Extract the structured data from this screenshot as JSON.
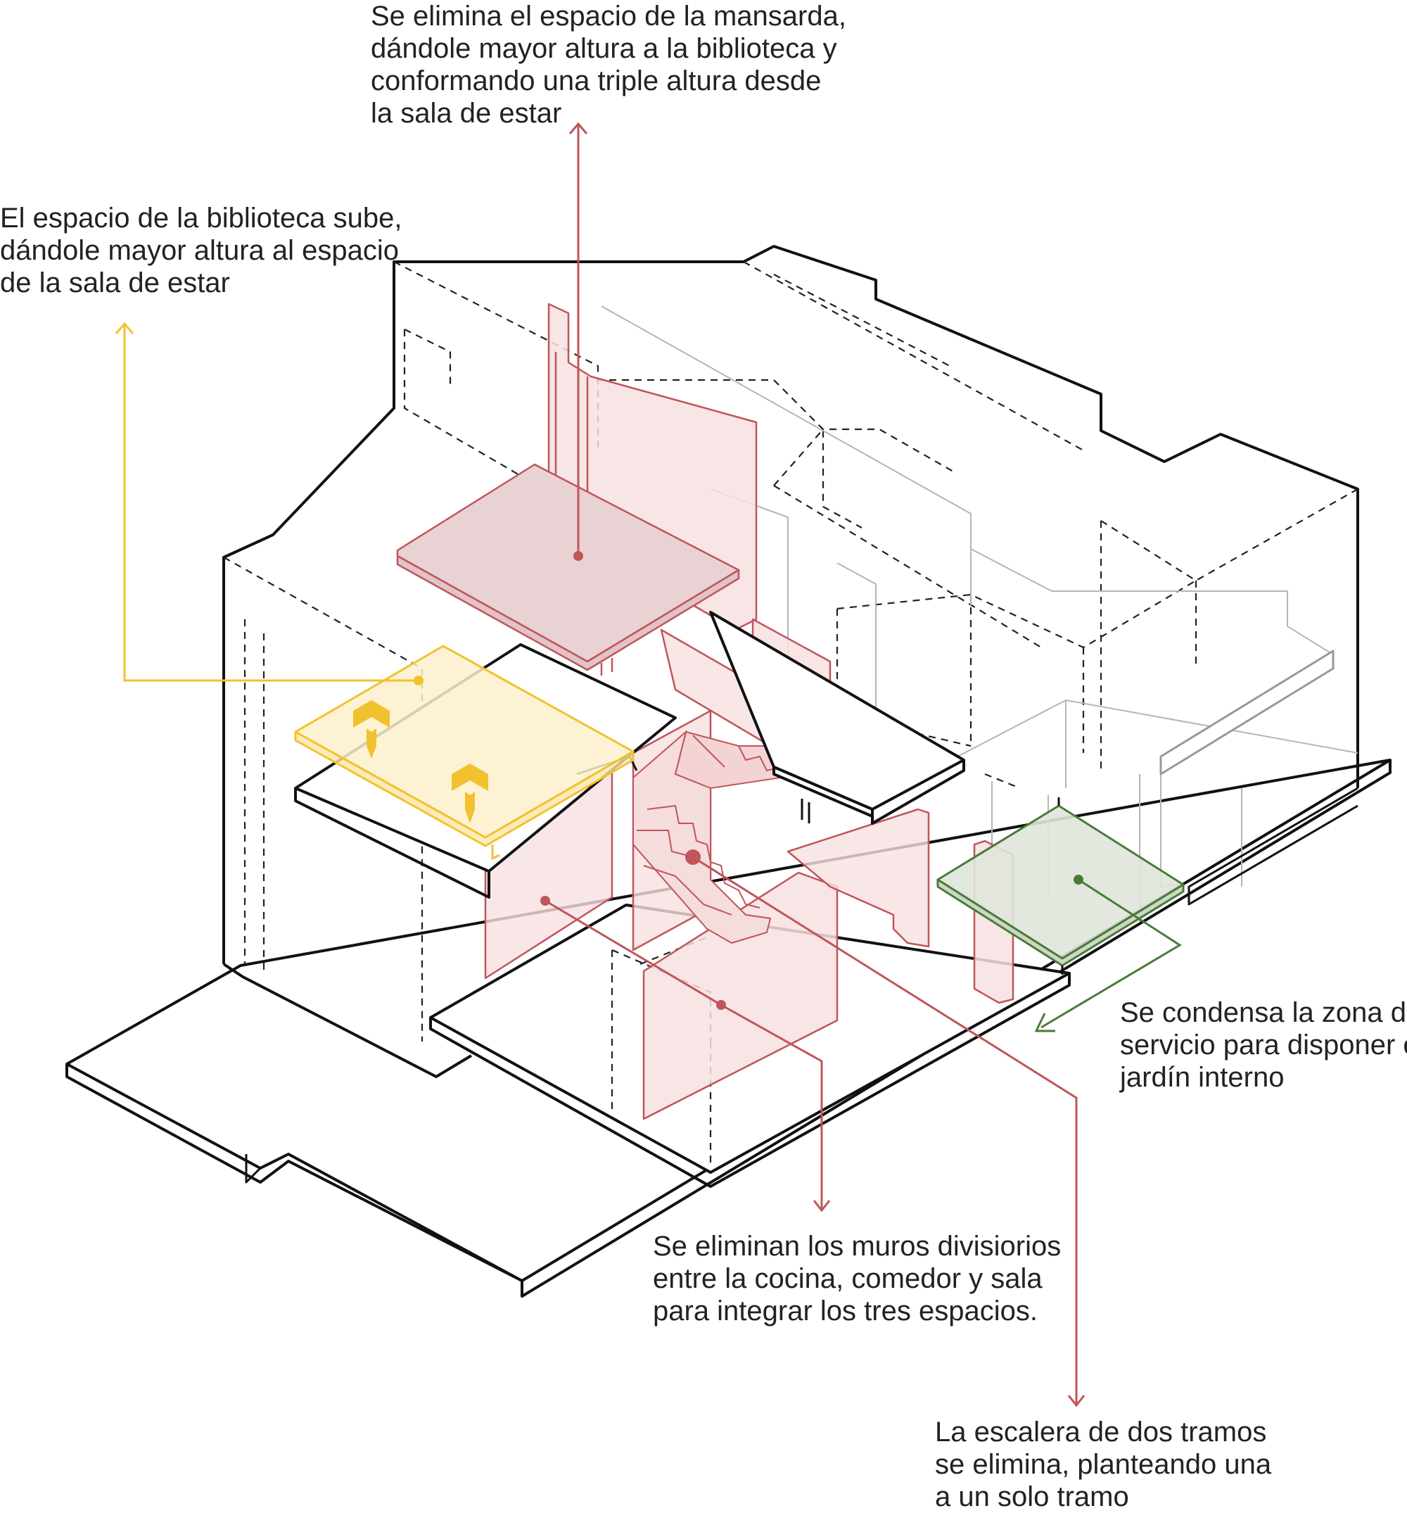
{
  "colors": {
    "outline": "#111111",
    "dashed": "#222222",
    "red_stroke": "#c0555a",
    "red_fill": "#f7e0e0",
    "red_fill_dark": "#e8d2d4",
    "yellow_stroke": "#f2c12e",
    "yellow_fill": "#fdf1cc",
    "green_stroke": "#4a7a3a",
    "green_fill": "#dfe6d9",
    "grey_line": "#b5b5b5"
  },
  "annotations": {
    "mansarda": {
      "lines": [
        "Se elimina el espacio de la mansarda,",
        "dándole mayor altura a la biblioteca y",
        "conformando una triple altura desde",
        "la sala de estar"
      ],
      "color": "#c0555a"
    },
    "biblioteca": {
      "lines": [
        "El espacio de la biblioteca sube,",
        "dándole mayor altura al espacio",
        "de la sala de estar"
      ],
      "color": "#f2c12e"
    },
    "servicio": {
      "lines": [
        "Se condensa la zona de",
        "servicio para disponer el",
        "jardín interno"
      ],
      "color": "#4a7a3a"
    },
    "muros": {
      "lines": [
        "Se eliminan los muros divisiorios",
        "entre la cocina, comedor y sala",
        "para integrar los tres espacios."
      ],
      "color": "#c0555a"
    },
    "escalera": {
      "lines": [
        "La escalera de dos tramos",
        "se elimina, planteando una",
        "a un solo tramo"
      ],
      "color": "#c0555a"
    }
  },
  "icons": [
    "up-chevron-arrow-icon",
    "arrow-head-icon",
    "dot-marker-icon"
  ]
}
